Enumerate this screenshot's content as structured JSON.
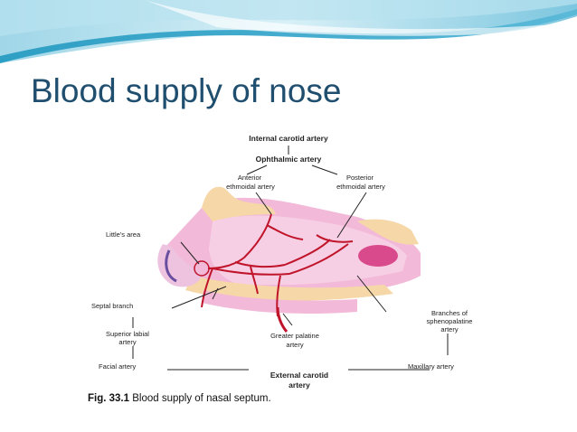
{
  "slide": {
    "title": "Blood supply of nose"
  },
  "figure": {
    "labels": {
      "internal_carotid": "Internal carotid artery",
      "ophthalmic": "Ophthalmic artery",
      "anterior_ethmoidal_1": "Anterior",
      "anterior_ethmoidal_2": "ethmoidal artery",
      "posterior_ethmoidal_1": "Posterior",
      "posterior_ethmoidal_2": "ethmoidal artery",
      "littles_area": "Little's area",
      "septal_branch": "Septal branch",
      "superior_labial_1": "Superior labial",
      "superior_labial_2": "artery",
      "facial_artery": "Facial artery",
      "greater_palatine_1": "Greater palatine",
      "greater_palatine_2": "artery",
      "branches_1": "Branches of",
      "branches_2": "sphenopalatine",
      "branches_3": "artery",
      "maxillary_artery": "Maxillary artery",
      "external_carotid_1": "External carotid",
      "external_carotid_2": "artery"
    },
    "caption_label": "Fig. 33.1",
    "caption_text": "Blood supply of nasal septum."
  },
  "colors": {
    "title": "#1f4e6e",
    "wave_light": "#bfe3ef",
    "wave_dark": "#2e9fc4",
    "artery": "#c0142a",
    "tissue_pink": "#f2b9d9",
    "cartilage_orange": "#f6d7a8",
    "sinus_pink": "#d94a8c"
  }
}
